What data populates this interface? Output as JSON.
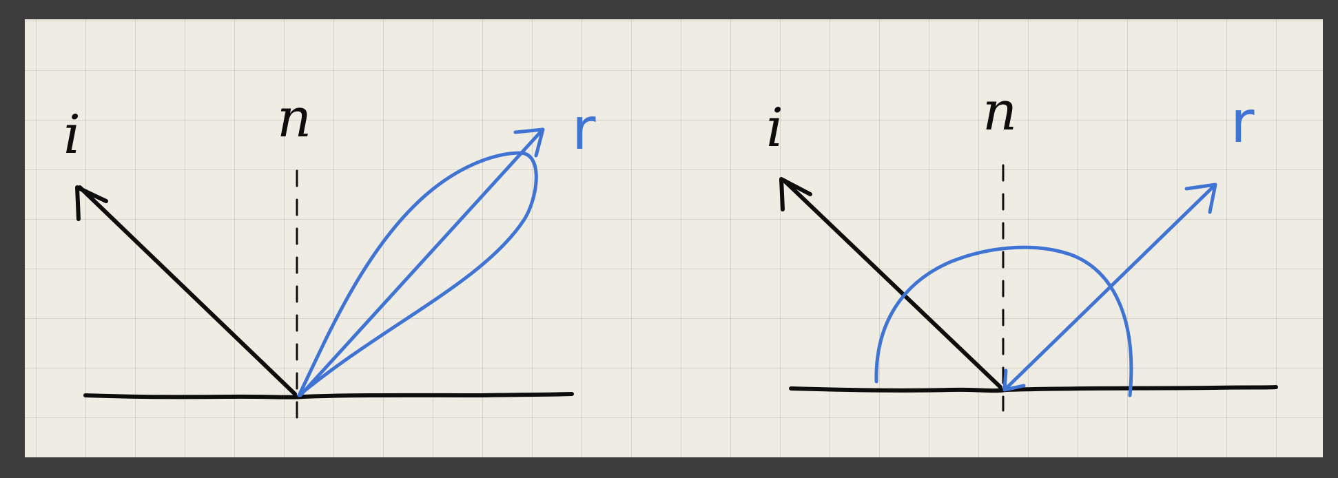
{
  "panels": [
    {
      "id": "glossy",
      "labels": {
        "incident": "i",
        "normal": "n",
        "reflected": "r"
      },
      "lobe_shape": "elongated-lobe"
    },
    {
      "id": "diffuse",
      "labels": {
        "incident": "i",
        "normal": "n",
        "reflected": "r"
      },
      "lobe_shape": "hemisphere"
    }
  ],
  "colors": {
    "paper": "#efece3",
    "grid": "#a0a096",
    "ink": "#0d0d0d",
    "blue": "#3f73d4",
    "frame": "#3c3c3c"
  }
}
